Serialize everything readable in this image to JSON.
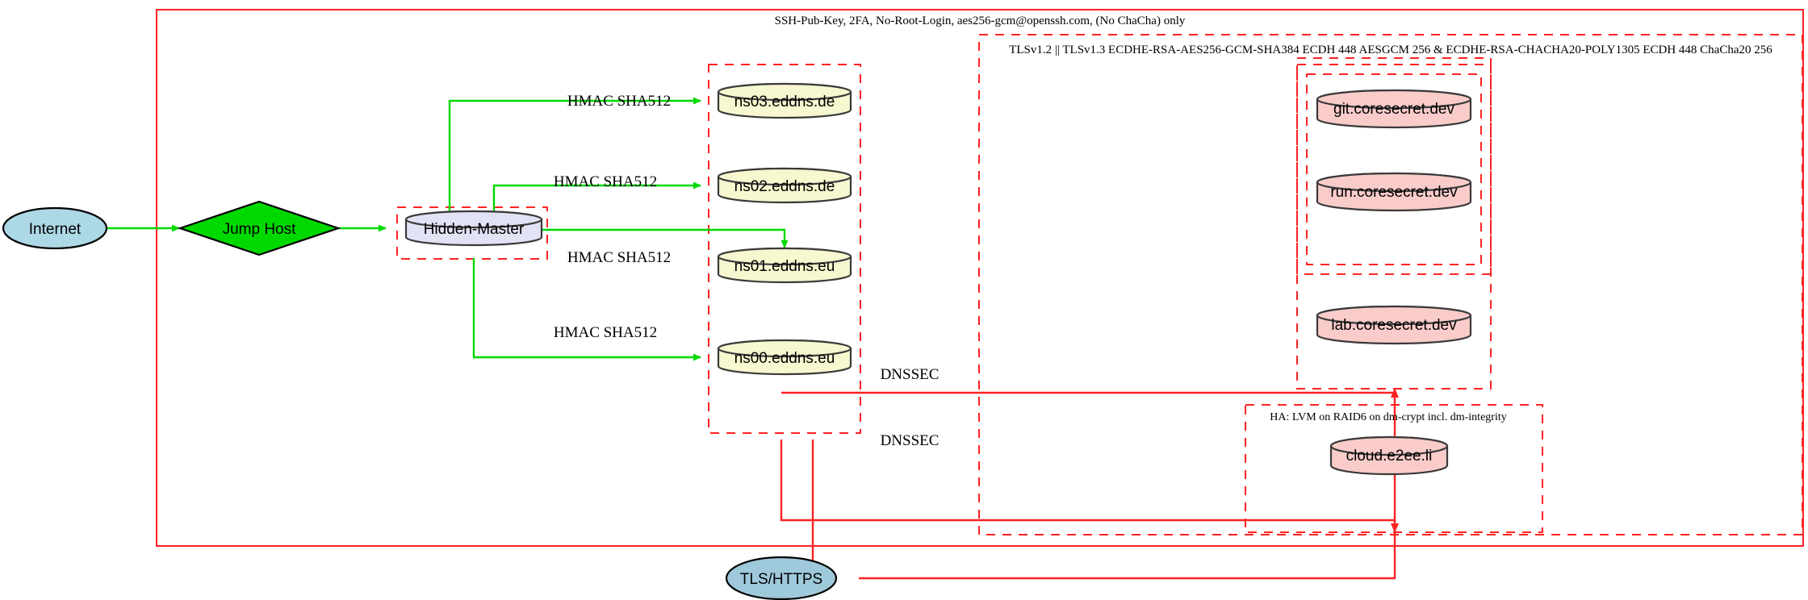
{
  "diagram": {
    "title_labels": {
      "ssh_policy": "SSH-Pub-Key, 2FA, No-Root-Login, aes256-gcm@openssh.com, (No ChaCha) only",
      "tls_policy": "TLSv1.2 || TLSv1.3 ECDHE-RSA-AES256-GCM-SHA384 ECDH 448 AESGCM 256 & ECDHE-RSA-CHACHA20-POLY1305 ECDH 448 ChaCha20 256",
      "ha_policy": "HA: LVM on RAID6 on dm-crypt incl. dm-integrity"
    },
    "nodes": {
      "internet": "Internet",
      "jump_host": "Jump Host",
      "hidden_master": "Hidden-Master",
      "ns03": "ns03.eddns.de",
      "ns02": "ns02.eddns.de",
      "ns01": "ns01.eddns.eu",
      "ns00": "ns00.eddns.eu",
      "git": "git.coresecret.dev",
      "run": "run.coresecret.dev",
      "lab": "lab.coresecret.dev",
      "cloud": "cloud.e2ee.li",
      "tls_https": "TLS/HTTPS"
    },
    "edge_labels": {
      "hmac_ns03": "HMAC SHA512",
      "hmac_ns02": "HMAC SHA512",
      "hmac_ns01": "HMAC SHA512",
      "hmac_ns00": "HMAC SHA512",
      "dnssec_upper": "DNSSEC",
      "dnssec_lower": "DNSSEC"
    },
    "colors": {
      "boundary_red": "#ff2222",
      "edge_green": "#00d900",
      "node_internet_fill": "#add8e6",
      "node_jump_host_fill": "#00d900",
      "node_hidden_master_fill": "#e2e2f5",
      "node_dns_fill": "#f7f7d0",
      "node_service_fill": "#f9ccca",
      "node_tls_fill": "#9ec9db",
      "outline_dark": "#3a3a3a"
    }
  }
}
